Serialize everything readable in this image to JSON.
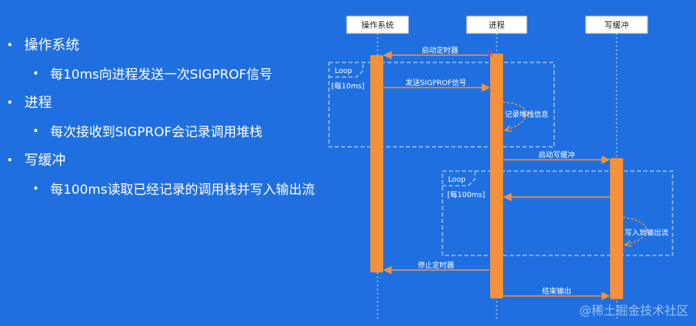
{
  "bullets": [
    {
      "text": "操作系统",
      "sub": "每10ms向进程发送一次SIGPROF信号"
    },
    {
      "text": "进程",
      "sub": "每次接收到SIGPROF会记录调用堆栈"
    },
    {
      "text": "写缓冲",
      "sub": "每100ms读取已经记录的调用栈并写入输出流"
    }
  ],
  "participants": [
    "操作系统",
    "进程",
    "写缓冲"
  ],
  "messages": {
    "start_timer": "启动定时器",
    "send_signal": "发送SIGPROF信号",
    "record_stack": "记录堆栈信息",
    "start_buffer": "启动写缓冲",
    "write_output": "写入到输出流",
    "stop_timer": "停止定时器",
    "end_output": "结束输出"
  },
  "loops": [
    {
      "label": "Loop",
      "guard": "[每10ms]"
    },
    {
      "label": "Loop",
      "guard": "[每100ms]"
    }
  ],
  "watermark": "@稀土掘金技术社区",
  "colors": {
    "background": "#1f6fe0",
    "activation": "#f5913a",
    "arrow": "#f5913a",
    "loop_border": "#d6e4fa",
    "text": "#ffffff"
  }
}
